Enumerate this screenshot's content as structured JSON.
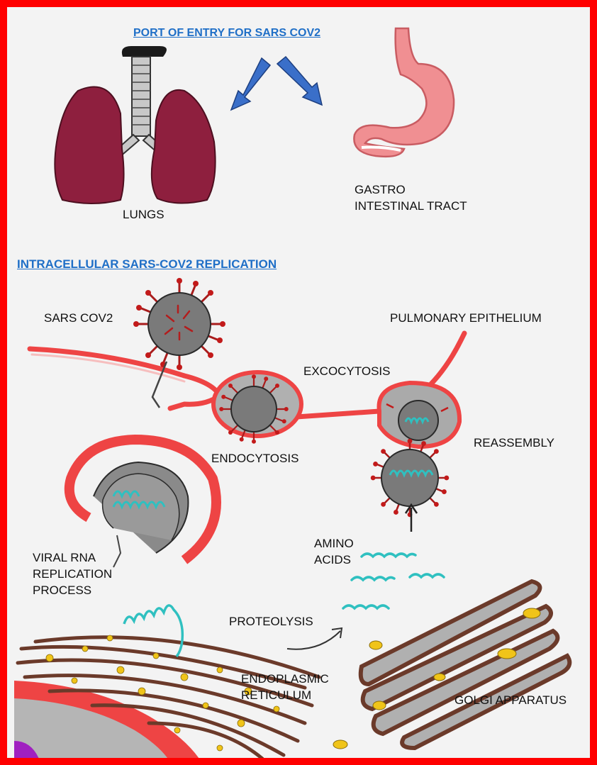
{
  "headings": {
    "port_of_entry": "PORT OF ENTRY FOR SARS COV2",
    "replication": "INTRACELLULAR SARS-COV2 REPLICATION "
  },
  "labels": {
    "lungs": "LUNGS",
    "gi_line1": "GASTRO",
    "gi_line2": "INTESTINAL TRACT",
    "sars_cov2": "SARS COV2",
    "pulmonary_epithelium": "PULMONARY EPITHELIUM",
    "exocytosis": "EXCOCYTOSIS",
    "endocytosis": "ENDOCYTOSIS",
    "reassembly": "REASSEMBLY",
    "amino_line1": "AMINO",
    "amino_line2": "ACIDS",
    "rna_line1": "VIRAL RNA",
    "rna_line2": "REPLICATION",
    "rna_line3": "PROCESS",
    "proteolysis": "PROTEOLYSIS",
    "er_line1": "ENDOPLASMIC",
    "er_line2": "RETICULUM",
    "golgi": "GOLGI APPARATUS"
  },
  "colors": {
    "frame": "#ff0000",
    "heading": "#1f6fc7",
    "arrow": "#3a6fc9",
    "lung": "#8e1f3e",
    "stomach": "#f08f92",
    "membrane": "#ee4444",
    "virus_body": "#7a7a7a",
    "spike": "#c21a1a",
    "rna": "#2fc0c0",
    "organelle_brown": "#6b3a2a",
    "vesicle_yellow": "#f0c419"
  }
}
